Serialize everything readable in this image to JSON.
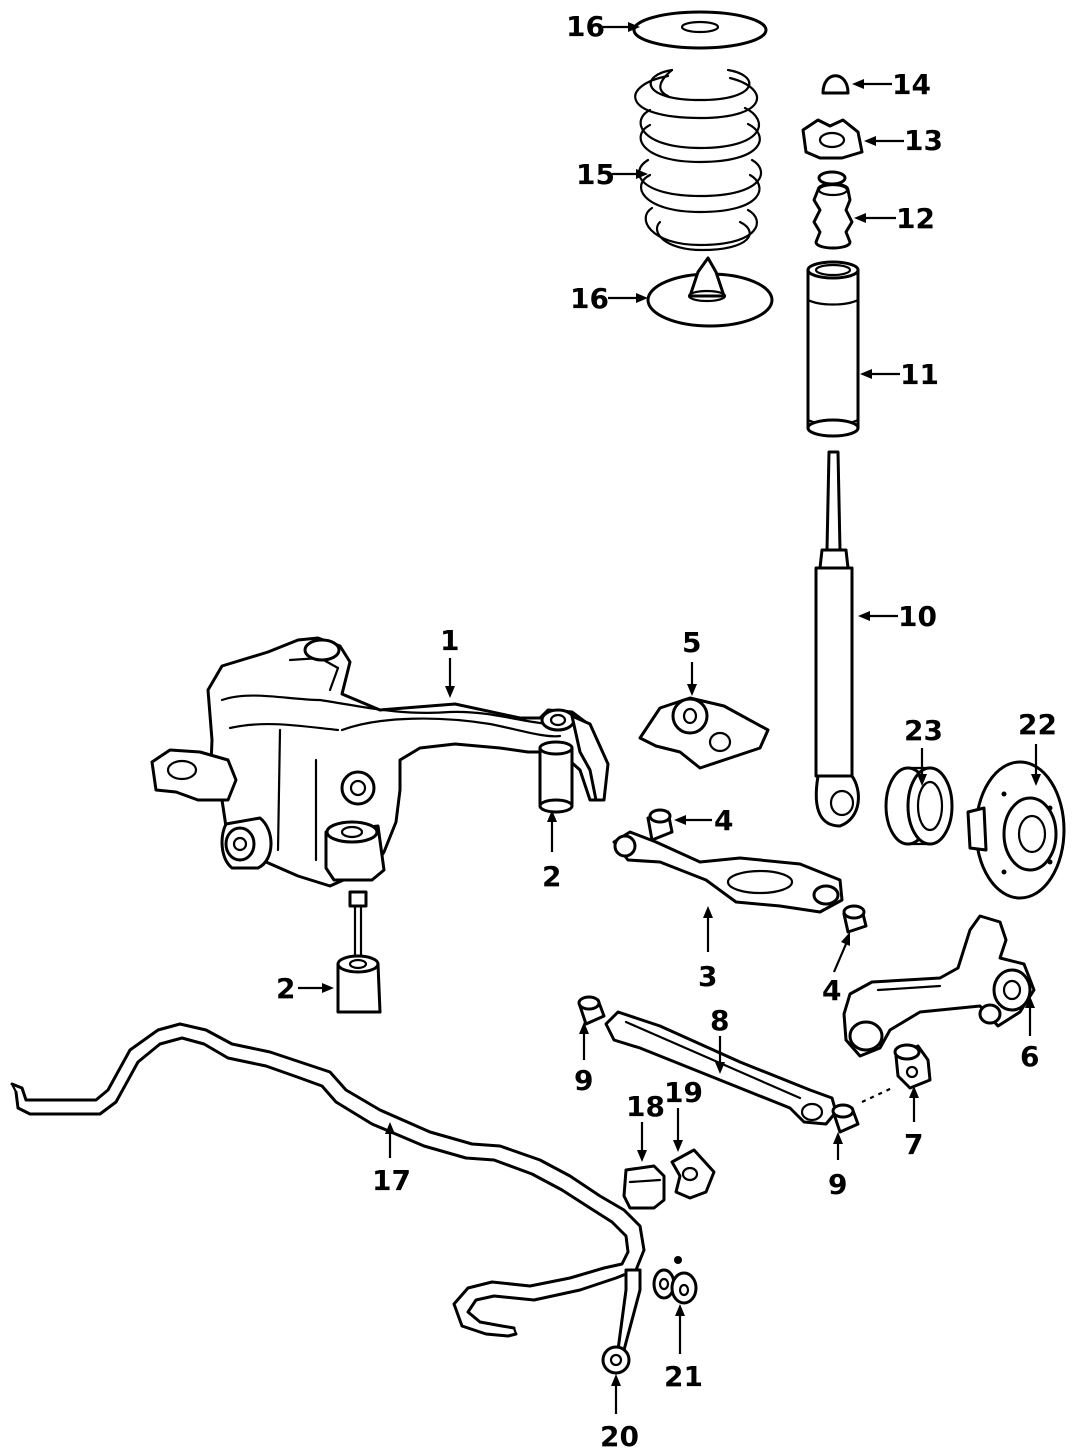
{
  "diagram": {
    "background": "#ffffff",
    "ink": "#000000",
    "callouts": {
      "c1": "1",
      "c2a": "2",
      "c2b": "2",
      "c3": "3",
      "c4a": "4",
      "c4b": "4",
      "c5": "5",
      "c6": "6",
      "c7": "7",
      "c8": "8",
      "c9a": "9",
      "c9b": "9",
      "c10": "10",
      "c11": "11",
      "c12": "12",
      "c13": "13",
      "c14": "14",
      "c15": "15",
      "c16a": "16",
      "c16b": "16",
      "c17": "17",
      "c18": "18",
      "c19": "19",
      "c20": "20",
      "c21": "21",
      "c22": "22",
      "c23": "23"
    }
  }
}
